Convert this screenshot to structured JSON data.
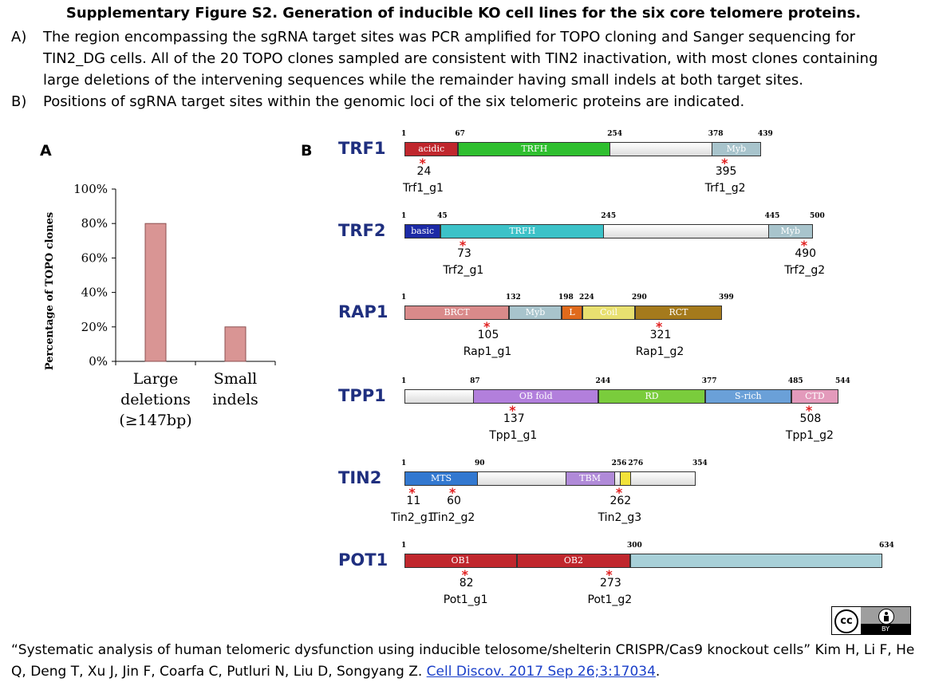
{
  "title": "Supplementary Figure S2. Generation of inducible KO cell lines for the six core telomere proteins.",
  "paragraphs": [
    {
      "label": "A)",
      "text": "The region encompassing the sgRNA target sites was PCR amplified for TOPO cloning and Sanger sequencing for TIN2_DG cells. All of the 20 TOPO clones sampled are consistent with TIN2 inactivation, with most clones containing large deletions of the intervening sequences while the remainder having small indels at both target sites."
    },
    {
      "label": "B)",
      "text": "Positions of sgRNA target sites within the genomic loci of the six telomeric proteins are indicated."
    }
  ],
  "panel_a_label": "A",
  "panel_b_label": "B",
  "chart_data": {
    "type": "bar",
    "categories": [
      "Large deletions (≥147bp)",
      "Small indels"
    ],
    "category_lines": [
      [
        "Large",
        "deletions",
        "(≥147bp)"
      ],
      [
        "Small",
        "indels"
      ]
    ],
    "values": [
      80,
      20
    ],
    "ylabel": "Percentage of TOPO clones",
    "yticks": [
      "0%",
      "20%",
      "40%",
      "60%",
      "80%",
      "100%"
    ],
    "ylim": [
      0,
      100
    ],
    "bar_color": "#d99594"
  },
  "proteins": [
    {
      "name": "TRF1",
      "length": 439,
      "ticks": [
        "1",
        "67",
        "254",
        "378",
        "439"
      ],
      "domains": [
        {
          "label": "acidic",
          "start": 1,
          "end": 67,
          "color": "#c0272d",
          "text_color": "#ffffff"
        },
        {
          "label": "TRFH",
          "start": 67,
          "end": 254,
          "color": "#2fbf2f",
          "text_color": "#ffffff"
        },
        {
          "label": "Myb",
          "start": 378,
          "end": 439,
          "color": "#a8c4cc",
          "text_color": "#ffffff"
        }
      ],
      "sites": [
        {
          "pos": "24",
          "name": "Trf1_g1"
        },
        {
          "pos": "395",
          "name": "Trf1_g2"
        }
      ]
    },
    {
      "name": "TRF2",
      "length": 500,
      "ticks": [
        "1",
        "45",
        "245",
        "445",
        "500"
      ],
      "domains": [
        {
          "label": "basic",
          "start": 1,
          "end": 45,
          "color": "#1c2aa6",
          "text_color": "#ffffff"
        },
        {
          "label": "TRFH",
          "start": 45,
          "end": 245,
          "color": "#3cc2c8",
          "text_color": "#ffffff"
        },
        {
          "label": "Myb",
          "start": 445,
          "end": 500,
          "color": "#a8c4cc",
          "text_color": "#ffffff"
        }
      ],
      "sites": [
        {
          "pos": "73",
          "name": "Trf2_g1"
        },
        {
          "pos": "490",
          "name": "Trf2_g2"
        }
      ]
    },
    {
      "name": "RAP1",
      "length": 399,
      "ticks": [
        "1",
        "132",
        "198",
        "224",
        "290",
        "399"
      ],
      "domains": [
        {
          "label": "BRCT",
          "start": 1,
          "end": 132,
          "color": "#d98a8a",
          "text_color": "#ffffff"
        },
        {
          "label": "Myb",
          "start": 132,
          "end": 198,
          "color": "#a8c4cc",
          "text_color": "#ffffff"
        },
        {
          "label": "L",
          "start": 198,
          "end": 224,
          "color": "#e06a1c",
          "text_color": "#ffffff"
        },
        {
          "label": "Coil",
          "start": 224,
          "end": 290,
          "color": "#e8e070",
          "text_color": "#ffffff"
        },
        {
          "label": "RCT",
          "start": 290,
          "end": 399,
          "color": "#a57a1c",
          "text_color": "#ffffff"
        }
      ],
      "sites": [
        {
          "pos": "105",
          "name": "Rap1_g1"
        },
        {
          "pos": "321",
          "name": "Rap1_g2"
        }
      ]
    },
    {
      "name": "TPP1",
      "length": 544,
      "ticks": [
        "1",
        "87",
        "244",
        "377",
        "485",
        "544"
      ],
      "domains": [
        {
          "label": "OB fold",
          "start": 87,
          "end": 244,
          "color": "#b27fdc",
          "text_color": "#ffffff"
        },
        {
          "label": "RD",
          "start": 244,
          "end": 377,
          "color": "#7acc3c",
          "text_color": "#ffffff"
        },
        {
          "label": "S-rich",
          "start": 377,
          "end": 485,
          "color": "#6aa0d8",
          "text_color": "#ffffff"
        },
        {
          "label": "CTD",
          "start": 485,
          "end": 544,
          "color": "#e39abb",
          "text_color": "#ffffff"
        }
      ],
      "sites": [
        {
          "pos": "137",
          "name": "Tpp1_g1"
        },
        {
          "pos": "508",
          "name": "Tpp1_g2"
        }
      ]
    },
    {
      "name": "TIN2",
      "length": 354,
      "ticks": [
        "1",
        "90",
        "256",
        "276",
        "354"
      ],
      "domains": [
        {
          "label": "MTS",
          "start": 1,
          "end": 90,
          "color": "#3278d0",
          "text_color": "#ffffff"
        },
        {
          "label": "TBM",
          "start": 196,
          "end": 256,
          "color": "#b08ad8",
          "text_color": "#ffffff"
        },
        {
          "label": "",
          "start": 262,
          "end": 276,
          "color": "#f2e23a",
          "text_color": "#ffffff"
        }
      ],
      "sites": [
        {
          "pos": "11",
          "name": "Tin2_g1"
        },
        {
          "pos": "60",
          "name": "Tin2_g2"
        },
        {
          "pos": "262",
          "name": "Tin2_g3"
        }
      ]
    },
    {
      "name": "POT1",
      "length": 634,
      "ticks": [
        "1",
        "300",
        "634"
      ],
      "domains": [
        {
          "label": "OB1",
          "start": 1,
          "end": 150,
          "color": "#c0272d",
          "text_color": "#ffffff"
        },
        {
          "label": "OB2",
          "start": 150,
          "end": 300,
          "color": "#c0272d",
          "text_color": "#ffffff"
        },
        {
          "label": "",
          "start": 300,
          "end": 634,
          "color": "#a8d0d8",
          "text_color": "#ffffff"
        }
      ],
      "sites": [
        {
          "pos": "82",
          "name": "Pot1_g1"
        },
        {
          "pos": "273",
          "name": "Pot1_g2"
        }
      ]
    }
  ],
  "license_badge": {
    "cc": "cc",
    "by": "BY"
  },
  "citation": {
    "text": "“Systematic analysis of human telomeric dysfunction using inducible telosome/shelterin CRISPR/Cas9 knockout cells” Kim H, Li F, He Q, Deng T, Xu J, Jin F, Coarfa C, Putluri N, Liu D, Songyang Z. ",
    "link": "Cell Discov. 2017 Sep 26;3:17034",
    "end": "."
  }
}
